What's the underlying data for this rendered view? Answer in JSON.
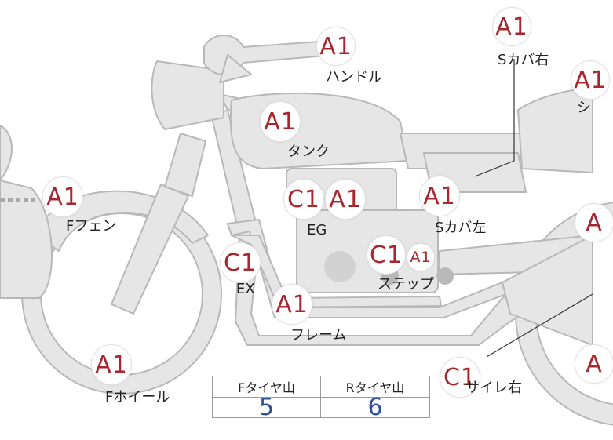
{
  "diagram": {
    "parts": [
      {
        "grade": "A1",
        "label": "ハンドル"
      },
      {
        "grade": "A1",
        "label": "Sカバ右"
      },
      {
        "grade": "A1",
        "label": "シ"
      },
      {
        "grade": "A1",
        "label": "タンク"
      },
      {
        "grade": "A1",
        "label": "Fフェン"
      },
      {
        "grade": "C1",
        "label": ""
      },
      {
        "grade": "A1",
        "label": "EG"
      },
      {
        "grade": "A1",
        "label": "Sカバ左"
      },
      {
        "grade": "C1",
        "label": "EX"
      },
      {
        "grade": "C1",
        "label": ""
      },
      {
        "grade": "A1",
        "label": "ステップ"
      },
      {
        "grade": "A1",
        "label": "フレーム"
      },
      {
        "grade": "A1",
        "label": "Fホイール"
      },
      {
        "grade": "C1",
        "label": "サイレ右"
      },
      {
        "grade": "A",
        "label": ""
      },
      {
        "grade": "A",
        "label": ""
      }
    ]
  },
  "tire_table": {
    "headers": [
      "Fタイヤ山",
      "Rタイヤ山"
    ],
    "values": [
      "5",
      "6"
    ]
  },
  "colors": {
    "grade_text": "#a8262e",
    "tire_value": "#2f4f9a",
    "bike_fill": "#e6e6e6",
    "bike_stroke": "#b5b5b5"
  }
}
